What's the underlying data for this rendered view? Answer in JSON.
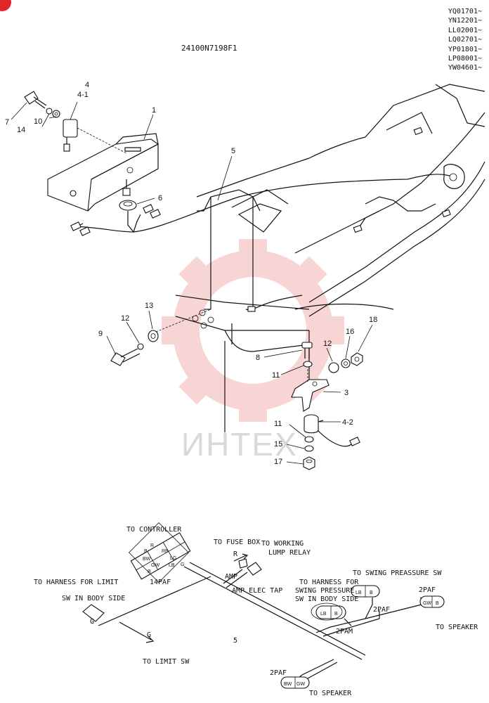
{
  "drawing_number": "24100N7198F1",
  "serials": [
    "YQ01701~",
    "YN12201~",
    "LL02001~",
    "LQ02701~",
    "YP01801~",
    "LP08001~",
    "YW04601~"
  ],
  "watermark": "ИНТЕХ",
  "colors": {
    "watermark": "#f4b4b4",
    "corner_badge": "#e0262c"
  },
  "part_labels": {
    "p1": "1",
    "p3": "3",
    "p4": "4",
    "p4_1": "4-1",
    "p4_2": "4-2",
    "p5_top": "5",
    "p5_bottom": "5",
    "p6": "6",
    "p7": "7",
    "p8": "8",
    "p9": "9",
    "p10": "10",
    "p11a": "11",
    "p11b": "11",
    "p12a": "12",
    "p12b": "12",
    "p13": "13",
    "p14": "14",
    "p15": "15",
    "p16": "16",
    "p17": "17",
    "p18": "18"
  },
  "harness": {
    "to_controller": "TO CONTROLLER",
    "to_fuse_box": "TO FUSE BOX",
    "to_working_1": "TO WORKING",
    "to_working_2": "LUMP RELAY",
    "r": "R",
    "amp": "AMP",
    "amp_elec_tap": "AMP ELEC TAP",
    "to_harness_limit": "TO HARNESS FOR LIMIT",
    "sw_body_side": "SW IN BODY SIDE",
    "g1": "G",
    "g2": "G",
    "to_limit_sw": "TO LIMIT SW",
    "paf14": "14PAF",
    "to_swing_sw": "TO SWING PREASSURE SW",
    "harness_swing_1": "TO HARNESS FOR",
    "harness_swing_2": "SWING PRESSURE",
    "harness_swing_3": "SW IN BODY SIDE",
    "paf2_a": "2PAF",
    "paf2_b": "2PAF",
    "paf2_c": "2PAF",
    "pam2": "2PAM",
    "to_speaker_1": "TO SPEAKER",
    "to_speaker_2": "TO SPEAKER",
    "conn_lb1": "LB",
    "conn_b1": "B",
    "conn_lb2": "LB",
    "conn_b2": "B",
    "conn_gw1": "GW",
    "conn_b3": "B",
    "conn_bw": "BW",
    "conn_gw2": "GW",
    "c14": [
      "B",
      "R",
      "RB",
      "BW",
      "GW",
      "LG",
      "B",
      "LB",
      "G"
    ]
  }
}
